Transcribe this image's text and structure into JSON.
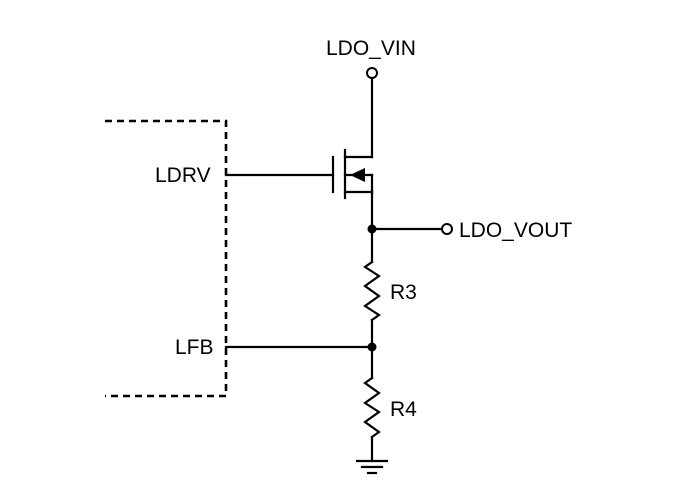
{
  "nets": {
    "ldo_vin": "LDO_VIN",
    "ldo_vout": "LDO_VOUT",
    "ldrv": "LDRV",
    "lfb": "LFB"
  },
  "components": {
    "r3": "R3",
    "r4": "R4"
  },
  "colors": {
    "ink": "#000000",
    "background": "#ffffff"
  }
}
